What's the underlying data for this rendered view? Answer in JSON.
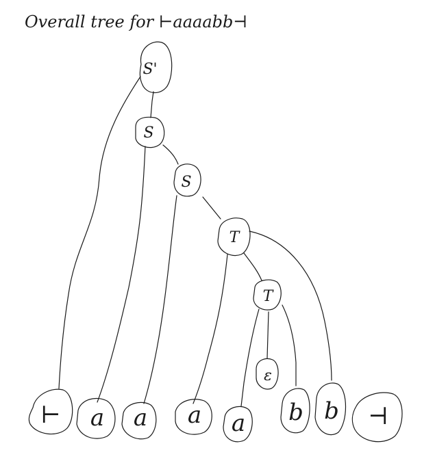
{
  "diagram": {
    "title": "Overall tree for ⊢aaaabb⊣",
    "nodes": [
      {
        "id": "s_prime",
        "label": "S'"
      },
      {
        "id": "s1",
        "label": "S"
      },
      {
        "id": "s2",
        "label": "S"
      },
      {
        "id": "t1",
        "label": "T"
      },
      {
        "id": "t2",
        "label": "T"
      },
      {
        "id": "eps",
        "label": "ε"
      },
      {
        "id": "leaf_start",
        "label": "⊢"
      },
      {
        "id": "leaf_a1",
        "label": "a"
      },
      {
        "id": "leaf_a2",
        "label": "a"
      },
      {
        "id": "leaf_a3",
        "label": "a"
      },
      {
        "id": "leaf_a4",
        "label": "a"
      },
      {
        "id": "leaf_b1",
        "label": "b"
      },
      {
        "id": "leaf_b2",
        "label": "b"
      },
      {
        "id": "leaf_end",
        "label": "⊣"
      }
    ],
    "edges": [
      {
        "from": "s_prime",
        "to": "s1"
      },
      {
        "from": "s_prime",
        "to": "leaf_start"
      },
      {
        "from": "s1",
        "to": "leaf_a1"
      },
      {
        "from": "s1",
        "to": "s2"
      },
      {
        "from": "s2",
        "to": "leaf_a2"
      },
      {
        "from": "s2",
        "to": "t1"
      },
      {
        "from": "t1",
        "to": "leaf_a3"
      },
      {
        "from": "t1",
        "to": "t2"
      },
      {
        "from": "t1",
        "to": "leaf_b2"
      },
      {
        "from": "t2",
        "to": "leaf_a4"
      },
      {
        "from": "t2",
        "to": "eps"
      },
      {
        "from": "t2",
        "to": "leaf_b1"
      }
    ]
  }
}
